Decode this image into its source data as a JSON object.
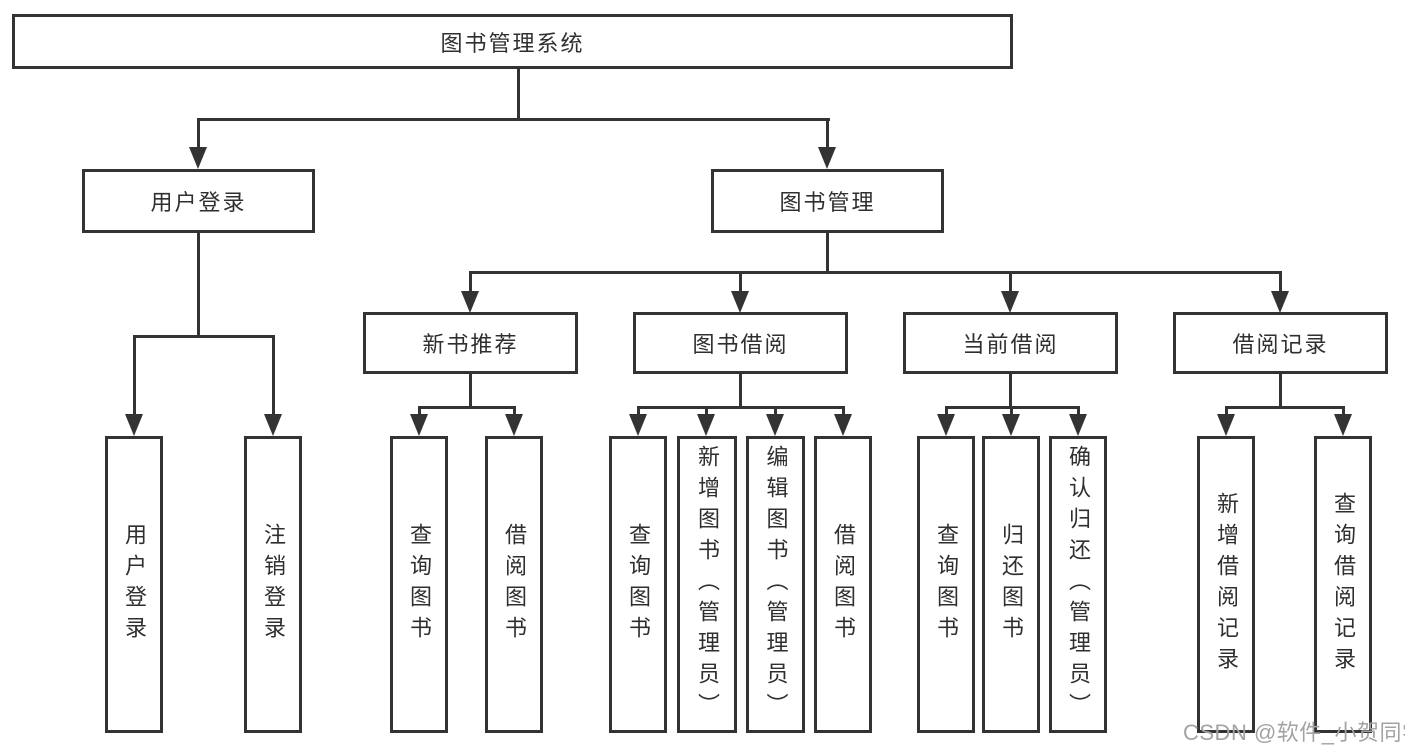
{
  "diagram": {
    "root": {
      "label": "图书管理系统"
    },
    "level2": [
      {
        "id": "user-login",
        "label": "用户登录"
      },
      {
        "id": "book-management",
        "label": "图书管理"
      }
    ],
    "level3": [
      {
        "id": "new-book-recommendation",
        "label": "新书推荐",
        "parent": "图书管理"
      },
      {
        "id": "book-borrowing",
        "label": "图书借阅",
        "parent": "图书管理"
      },
      {
        "id": "current-borrowing",
        "label": "当前借阅",
        "parent": "图书管理"
      },
      {
        "id": "borrowing-records",
        "label": "借阅记录",
        "parent": "图书管理"
      }
    ],
    "leaves": [
      {
        "parent": "用户登录",
        "label": "用户登录"
      },
      {
        "parent": "用户登录",
        "label": "注销登录"
      },
      {
        "parent": "新书推荐",
        "label": "查询图书"
      },
      {
        "parent": "新书推荐",
        "label": "借阅图书"
      },
      {
        "parent": "图书借阅",
        "label": "查询图书"
      },
      {
        "parent": "图书借阅",
        "label": "新增图书（管理员）"
      },
      {
        "parent": "图书借阅",
        "label": "编辑图书（管理员）"
      },
      {
        "parent": "图书借阅",
        "label": "借阅图书"
      },
      {
        "parent": "当前借阅",
        "label": "查询图书"
      },
      {
        "parent": "当前借阅",
        "label": "归还图书"
      },
      {
        "parent": "当前借阅",
        "label": "确认归还（管理员）"
      },
      {
        "parent": "借阅记录",
        "label": "新增借阅记录"
      },
      {
        "parent": "借阅记录",
        "label": "查询借阅记录"
      }
    ]
  },
  "watermark": {
    "text": "CSDN @软件_小贺同学"
  },
  "colors": {
    "line": "#333333",
    "text": "#2f2f2f",
    "background": "#ffffff",
    "watermark": "#a3a3a3"
  }
}
